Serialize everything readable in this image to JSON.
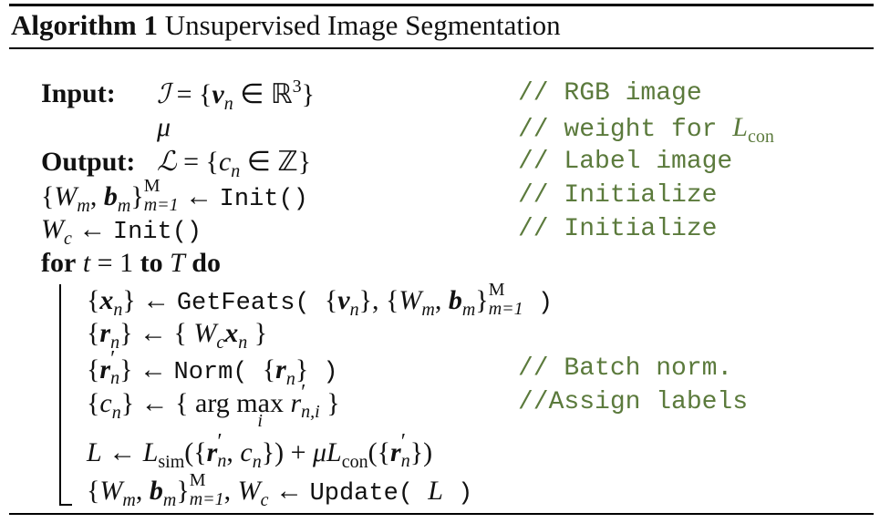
{
  "algorithm": {
    "label": "Algorithm 1",
    "title": "Unsupervised Image Segmentation",
    "comment_color": "#5b7a3c",
    "lines": [
      {
        "depth": 0,
        "label": [
          [
            "kw",
            "Input:"
          ]
        ],
        "expr": [
          [
            "i",
            "ℐ"
          ],
          [
            "m",
            " = {"
          ],
          [
            "bi",
            "v"
          ],
          [
            "sub",
            "n"
          ],
          [
            "m",
            " ∈ ℝ"
          ],
          [
            "sup",
            "3"
          ],
          [
            "m",
            "}"
          ]
        ],
        "comment": [
          [
            "c",
            "// RGB image"
          ]
        ]
      },
      {
        "depth": 0,
        "label": [],
        "expr": [
          [
            "i",
            "μ"
          ]
        ],
        "comment": [
          [
            "c",
            "// weight for "
          ],
          [
            "i",
            "L"
          ],
          [
            "sub",
            "con"
          ]
        ]
      },
      {
        "depth": 0,
        "label": [
          [
            "kw",
            "Output:"
          ]
        ],
        "expr": [
          [
            "m",
            " "
          ],
          [
            "i",
            "ℒ"
          ],
          [
            "m",
            " = {"
          ],
          [
            "i",
            "c"
          ],
          [
            "sub",
            "n"
          ],
          [
            "m",
            " ∈ ℤ}"
          ]
        ],
        "comment": [
          [
            "c",
            "// Label image"
          ]
        ]
      },
      {
        "depth": 0,
        "expr": [
          [
            "m",
            "{"
          ],
          [
            "i",
            "W"
          ],
          [
            "sub",
            "m"
          ],
          [
            "m",
            ", "
          ],
          [
            "bi",
            "b"
          ],
          [
            "sub",
            "m"
          ],
          [
            "m",
            "}"
          ],
          [
            "ss",
            "M",
            "m=1"
          ],
          [
            "m",
            " ← "
          ],
          [
            "tt",
            "Init()"
          ]
        ],
        "comment": [
          [
            "c",
            "// Initialize"
          ]
        ]
      },
      {
        "depth": 0,
        "expr": [
          [
            "i",
            "W"
          ],
          [
            "sub",
            "c"
          ],
          [
            "m",
            " ← "
          ],
          [
            "tt",
            "Init()"
          ]
        ],
        "comment": [
          [
            "c",
            "// Initialize"
          ]
        ]
      },
      {
        "depth": 0,
        "expr": [
          [
            "kw",
            "for"
          ],
          [
            "m",
            "  "
          ],
          [
            "i",
            "t"
          ],
          [
            "m",
            " = 1  "
          ],
          [
            "kw",
            "to"
          ],
          [
            "m",
            " "
          ],
          [
            "i",
            "T"
          ],
          [
            "m",
            " "
          ],
          [
            "kw",
            "do"
          ]
        ],
        "comment": []
      },
      {
        "depth": 1,
        "expr": [
          [
            "m",
            "{"
          ],
          [
            "bi",
            "x"
          ],
          [
            "sub",
            "n"
          ],
          [
            "m",
            "} ← "
          ],
          [
            "tt",
            "GetFeats( "
          ],
          [
            "m",
            "{"
          ],
          [
            "bi",
            "v"
          ],
          [
            "sub",
            "n"
          ],
          [
            "m",
            "}, {"
          ],
          [
            "i",
            "W"
          ],
          [
            "sub",
            "m"
          ],
          [
            "m",
            ", "
          ],
          [
            "bi",
            "b"
          ],
          [
            "sub",
            "m"
          ],
          [
            "m",
            "}"
          ],
          [
            "ss",
            "M",
            "m=1"
          ],
          [
            "tt",
            " )"
          ]
        ],
        "comment": []
      },
      {
        "depth": 1,
        "expr": [
          [
            "m",
            "{"
          ],
          [
            "bi",
            "r"
          ],
          [
            "sub",
            "n"
          ],
          [
            "m",
            "} ← { "
          ],
          [
            "i",
            "W"
          ],
          [
            "sub",
            "c"
          ],
          [
            "bi",
            "x"
          ],
          [
            "sub",
            "n"
          ],
          [
            "m",
            " }"
          ]
        ],
        "comment": []
      },
      {
        "depth": 1,
        "expr": [
          [
            "m",
            "{"
          ],
          [
            "bi",
            "r"
          ],
          [
            "ss",
            "′",
            "n"
          ],
          [
            "m",
            "} ← "
          ],
          [
            "tt",
            "Norm( "
          ],
          [
            "m",
            "{"
          ],
          [
            "bi",
            "r"
          ],
          [
            "sub",
            "n"
          ],
          [
            "m",
            "}"
          ],
          [
            "tt",
            " )"
          ]
        ],
        "comment": [
          [
            "c",
            "// Batch norm."
          ]
        ]
      },
      {
        "depth": 1,
        "expr": [
          [
            "m",
            "{"
          ],
          [
            "i",
            "c"
          ],
          [
            "sub",
            "n"
          ],
          [
            "m",
            "} ← { arg "
          ],
          [
            "lim",
            "max",
            "i"
          ],
          [
            "m",
            " "
          ],
          [
            "i",
            "r"
          ],
          [
            "ss",
            "′",
            "n,i"
          ],
          [
            "m",
            " }"
          ]
        ],
        "comment": [
          [
            "c",
            "//Assign labels"
          ]
        ]
      },
      {
        "depth": 1,
        "expr": [
          [
            "i",
            "L"
          ],
          [
            "m",
            " ← "
          ],
          [
            "i",
            "L"
          ],
          [
            "sub",
            "sim"
          ],
          [
            "m",
            "({"
          ],
          [
            "bi",
            "r"
          ],
          [
            "ss",
            "′",
            "n"
          ],
          [
            "m",
            ", "
          ],
          [
            "i",
            "c"
          ],
          [
            "sub",
            "n"
          ],
          [
            "m",
            "}) + "
          ],
          [
            "i",
            "μL"
          ],
          [
            "sub",
            "con"
          ],
          [
            "m",
            "({"
          ],
          [
            "bi",
            "r"
          ],
          [
            "ss",
            "′",
            "n"
          ],
          [
            "m",
            "})"
          ]
        ],
        "comment": []
      },
      {
        "depth": 1,
        "expr": [
          [
            "m",
            "{"
          ],
          [
            "i",
            "W"
          ],
          [
            "sub",
            "m"
          ],
          [
            "m",
            ", "
          ],
          [
            "bi",
            "b"
          ],
          [
            "sub",
            "m"
          ],
          [
            "m",
            "}"
          ],
          [
            "ss",
            "M",
            "m=1"
          ],
          [
            "m",
            ", "
          ],
          [
            "i",
            "W"
          ],
          [
            "sub",
            "c"
          ],
          [
            "m",
            " ← "
          ],
          [
            "tt",
            "Update( "
          ],
          [
            "i",
            "L"
          ],
          [
            "tt",
            " )"
          ]
        ],
        "comment": []
      }
    ]
  }
}
